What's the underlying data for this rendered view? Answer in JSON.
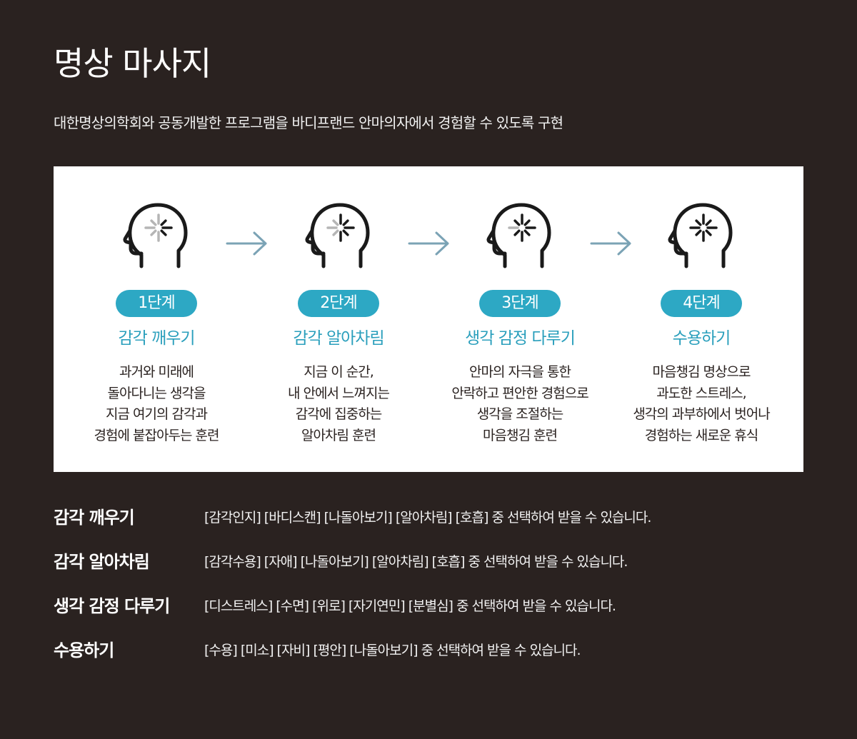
{
  "title": "명상 마사지",
  "subtitle": "대한명상의학회와 공동개발한 프로그램을 바디프랜드 안마의자에서 경험할 수 있도록 구현",
  "colors": {
    "background": "#2a2220",
    "accent": "#2da8c4",
    "arrow": "#7ba3b5",
    "panel": "#ffffff"
  },
  "steps": [
    {
      "badge": "1단계",
      "title": "감각 깨우기",
      "desc": [
        "과거와 미래에",
        "돌아다니는 생각을",
        "지금 여기의 감각과",
        "경험에 붙잡아두는 훈련"
      ],
      "icon": "head-meditation-icon",
      "active_rays": 3
    },
    {
      "badge": "2단계",
      "title": "감각 알아차림",
      "desc": [
        "지금 이 순간,",
        "내 안에서 느껴지는",
        "감각에 집중하는",
        "알아차림 훈련"
      ],
      "icon": "head-meditation-icon",
      "active_rays": 5
    },
    {
      "badge": "3단계",
      "title": "생각 감정 다루기",
      "desc": [
        "안마의 자극을 통한",
        "안락하고 편안한 경험으로",
        "생각을 조절하는",
        "마음챙김 훈련"
      ],
      "icon": "head-meditation-icon",
      "active_rays": 7
    },
    {
      "badge": "4단계",
      "title": "수용하기",
      "desc": [
        "마음챙김 명상으로",
        "과도한 스트레스,",
        "생각의 과부하에서 벗어나",
        "경험하는 새로운 휴식"
      ],
      "icon": "head-meditation-icon",
      "active_rays": 8
    }
  ],
  "details": [
    {
      "label": "감각 깨우기",
      "text": "[감각인지] [바디스캔] [나돌아보기] [알아차림] [호흡] 중 선택하여 받을 수 있습니다."
    },
    {
      "label": "감각 알아차림",
      "text": "[감각수용] [자애] [나돌아보기] [알아차림] [호흡] 중 선택하여 받을 수 있습니다."
    },
    {
      "label": "생각 감정 다루기",
      "text": "[디스트레스] [수면] [위로] [자기연민] [분별심] 중 선택하여 받을 수 있습니다."
    },
    {
      "label": "수용하기",
      "text": "[수용] [미소] [자비] [평안] [나돌아보기] 중 선택하여 받을 수 있습니다."
    }
  ]
}
